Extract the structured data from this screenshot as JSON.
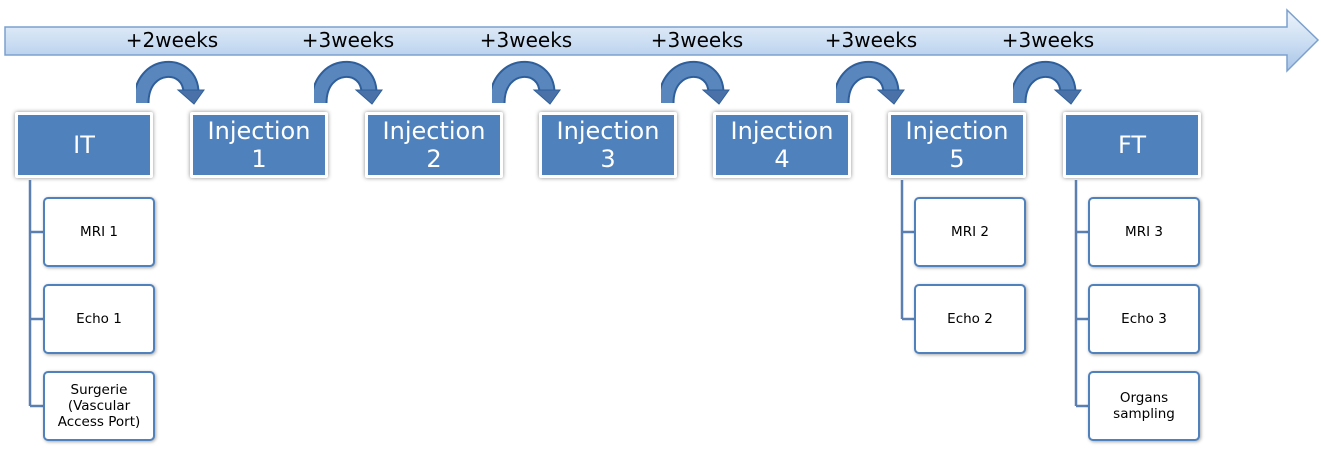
{
  "timeline": {
    "intervals": [
      "+2weeks",
      "+3weeks",
      "+3weeks",
      "+3weeks",
      "+3weeks",
      "+3weeks"
    ]
  },
  "stages": [
    {
      "label": "IT"
    },
    {
      "label": "Injection\n1"
    },
    {
      "label": "Injection\n2"
    },
    {
      "label": "Injection\n3"
    },
    {
      "label": "Injection\n4"
    },
    {
      "label": "Injection\n5"
    },
    {
      "label": "FT"
    }
  ],
  "procedures": {
    "it": [
      "MRI 1",
      "Echo 1",
      "Surgerie\n(Vascular\nAccess Port)"
    ],
    "injection5": [
      "MRI 2",
      "Echo 2"
    ],
    "ft": [
      "MRI 3",
      "Echo 3",
      "Organs\nsampling"
    ]
  },
  "colors": {
    "box_fill": "#4f81bd",
    "box_text": "#ffffff",
    "arrow_fill_light": "#dbe7f6",
    "arrow_fill_dark": "#a8c4e6",
    "arrow_stroke": "#7ba0cd",
    "curve_arrow": "#4a72a8",
    "sub_border": "#4f81bd",
    "connector": "#5b7fb0"
  }
}
